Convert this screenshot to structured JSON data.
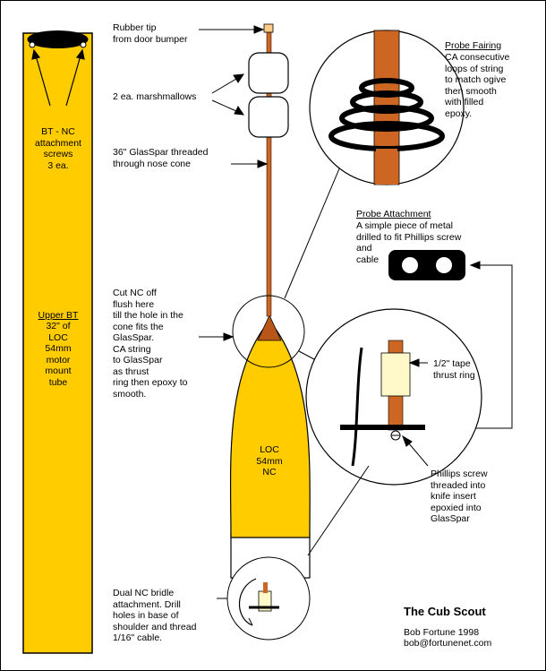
{
  "labels": {
    "bt_nc_screws": "BT - NC\nattachment\nscrews\n3 ea.",
    "upper_bt_title": "Upper BT",
    "upper_bt_desc": "32\" of\nLOC\n54mm\nmotor\nmount\ntube",
    "rubber_tip": "Rubber tip\nfrom door bumper",
    "marshmallows": "2 ea. marshmallows",
    "glasspar": "36\" GlasSpar threaded\nthrough nose cone",
    "cut_nc": "Cut NC off\nflush here\ntill the hole in the\ncone fits the\nGlasSpar.\nCA string\nto GlasSpar\nas thrust\nring then epoxy to\nsmooth.",
    "nc_label": "LOC\n54mm\nNC",
    "probe_fairing_title": "Probe Fairing",
    "probe_fairing_desc": "CA consecutive\nloops of string\nto match ogive\nthen smooth\nwith filled\nepoxy.",
    "probe_attachment_title": "Probe Attachment",
    "probe_attachment_desc": "A simple piece of metal\ndrilled to fit Phillips screw\nand\ncable",
    "tape_ring": "1/2\" tape\nthrust ring",
    "phillips_screw": "Phillips screw\nthreaded into\nknife insert\nepoxied into\nGlasSpar",
    "bridle": "Dual NC bridle\nattachment. Drill\nholes in base of\nshoulder and thread\n1/16\" cable.",
    "title": "The Cub Scout",
    "author": "Bob Fortune 1998",
    "email": "bob@fortunenet.com"
  },
  "colors": {
    "tube_yellow": "#FFCC00",
    "glasspar_orange": "#CC6622",
    "nose_tip_brown": "#B8561A",
    "tape_cream": "#FFF8C8",
    "outline": "#000000"
  }
}
